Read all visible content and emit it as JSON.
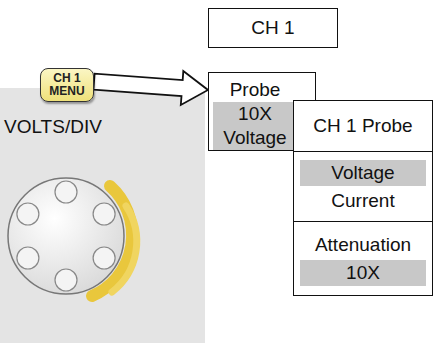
{
  "diagram": {
    "nodes": [
      {
        "text": [
          "CH 1"
        ]
      },
      {
        "text": [
          "CH 1 MENU"
        ]
      },
      {
        "text": [
          "Probe",
          "10X",
          "Voltage"
        ]
      },
      {
        "text": [
          "CH 1 Probe",
          "Voltage",
          "Current",
          "Attenuation",
          "10X"
        ]
      }
    ],
    "edges": [
      {
        "from": 1,
        "to": 2,
        "arrow": "to"
      }
    ],
    "labels": [
      "VOLTS/DIV"
    ]
  }
}
